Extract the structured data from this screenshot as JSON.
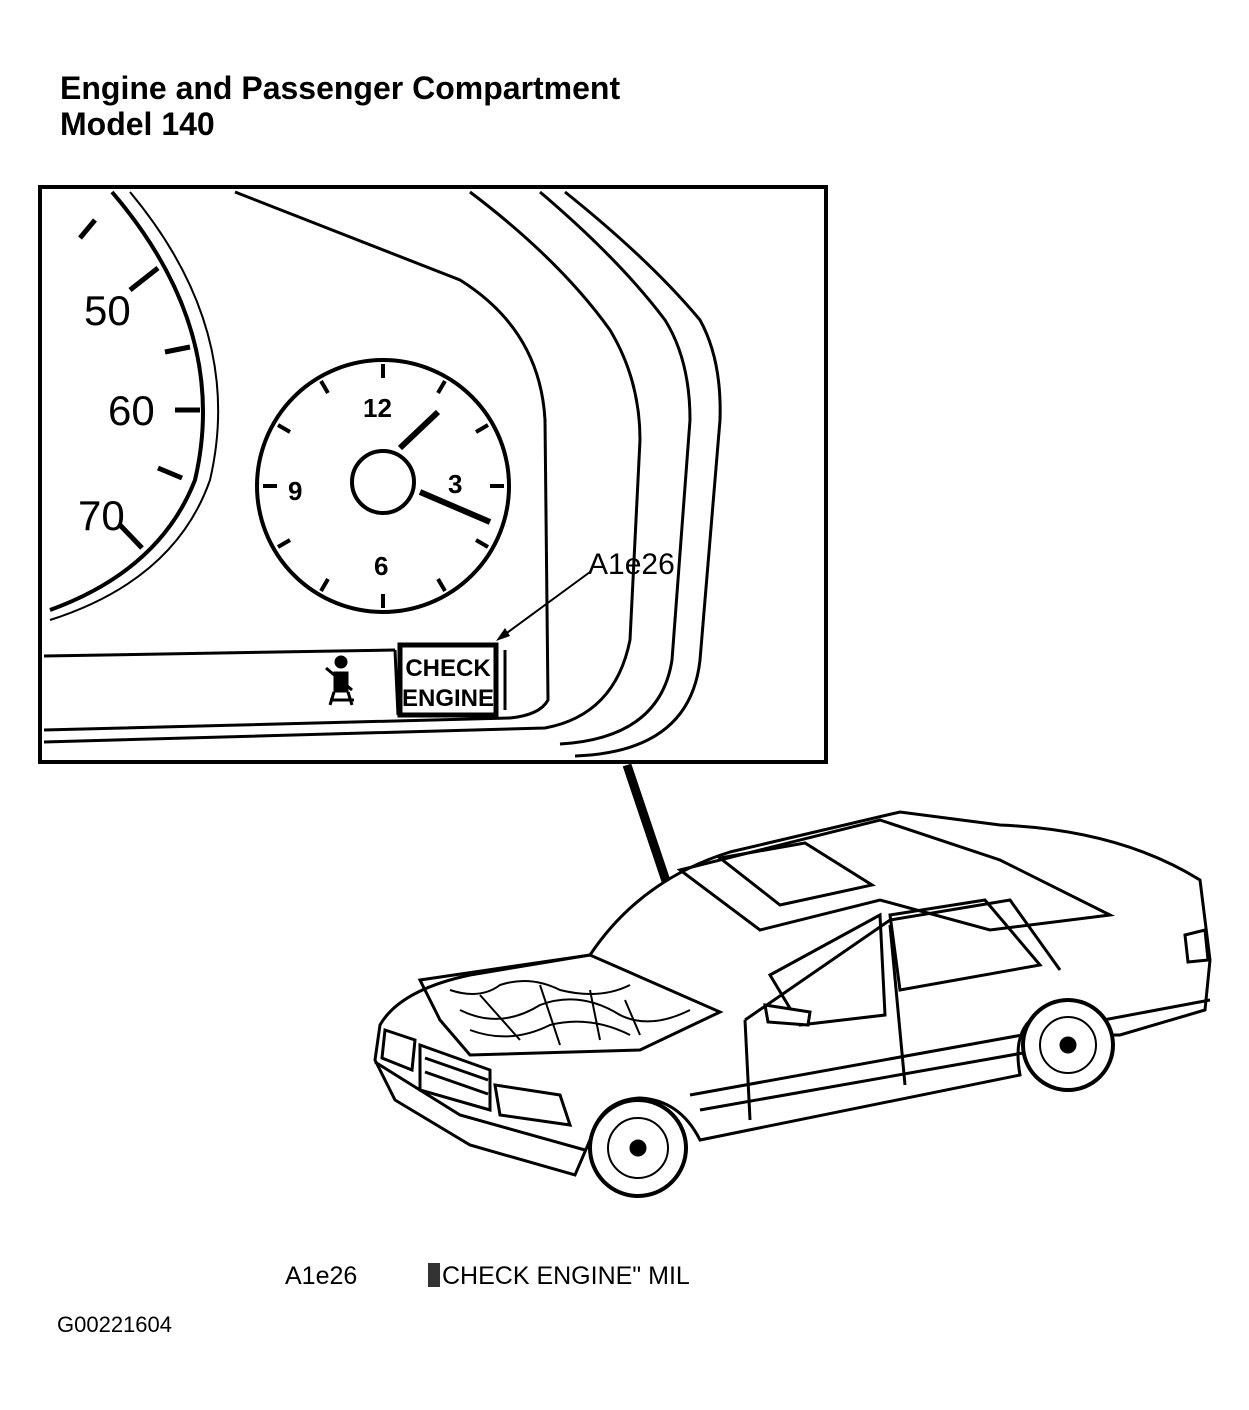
{
  "title": {
    "line1": "Engine and Passenger Compartment",
    "line2": "Model 140"
  },
  "inset": {
    "speedo_labels": [
      "50",
      "60",
      "70"
    ],
    "clock_labels": [
      "12",
      "3",
      "6",
      "9"
    ],
    "callout_label": "A1e26",
    "indicator_line1": "CHECK",
    "indicator_line2": "ENGINE"
  },
  "legend": {
    "code": "A1e26",
    "description": "CHECK ENGINE\" MIL"
  },
  "figure_id": "G00221604",
  "icons": [
    "seatbelt-warning-icon",
    "check-engine-indicator",
    "clock-gauge",
    "speedometer-gauge",
    "sedan-illustration"
  ]
}
